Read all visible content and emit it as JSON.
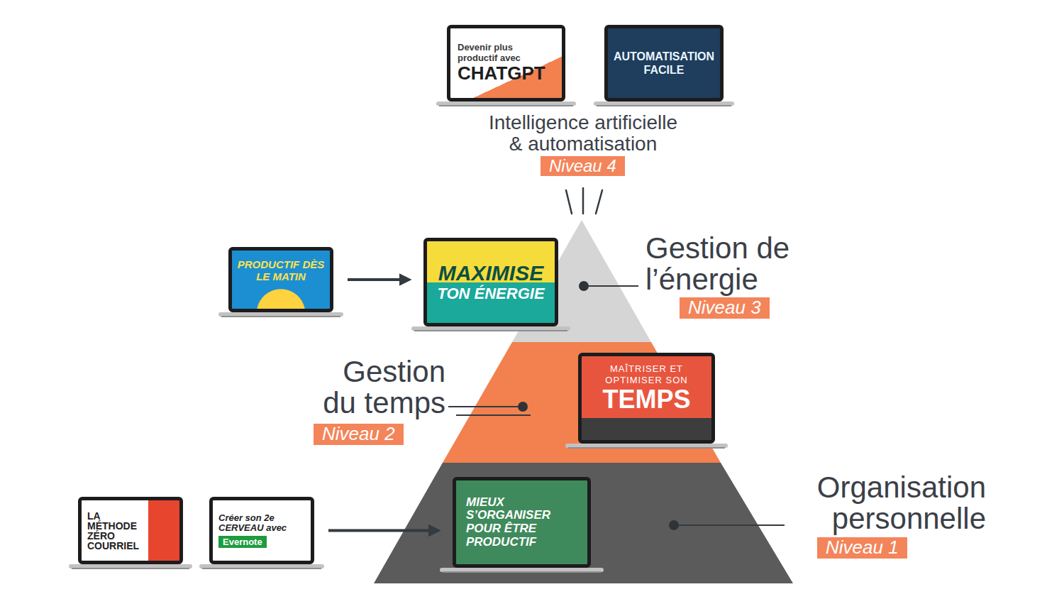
{
  "diagram": {
    "nodes": [
      {
        "text": [
          "Devenir plus productif avec",
          "CHATGPT"
        ]
      },
      {
        "text": [
          "AUTOMATISATION FACILE"
        ]
      },
      {
        "text": [
          "Gestion de l’énergie",
          "Niveau 3"
        ]
      },
      {
        "text": [
          "PRODUCTIF DÈS LE MATIN"
        ]
      },
      {
        "text": [
          "MAXIMISE",
          "TON ÉNERGIE"
        ]
      },
      {
        "text": [
          "Gestion du temps",
          "Niveau 2"
        ]
      },
      {
        "text": [
          "MAÎTRISER ET OPTIMISER SON",
          "TEMPS"
        ]
      },
      {
        "text": [
          "Organisation personnelle",
          "Niveau 1"
        ]
      },
      {
        "text": [
          "LA MÉTHODE ZÉRO COURRIEL"
        ]
      },
      {
        "text": [
          "Créer son 2e CERVEAU avec",
          "Evernote"
        ]
      },
      {
        "text": [
          "MIEUX S’ORGANISER POUR ÊTRE PRODUCTIF"
        ],
        "in": 7
      }
    ],
    "edges": [
      {
        "from": 3,
        "to": 4,
        "arrow": "to"
      },
      {
        "from": 9,
        "to": 10,
        "arrow": "to"
      }
    ],
    "labels": [
      "Intelligence artificielle & automatisation",
      "Niveau 4"
    ]
  }
}
